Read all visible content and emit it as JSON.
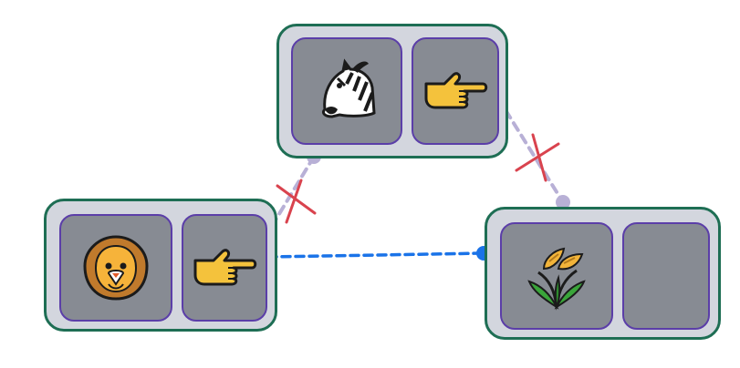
{
  "nodes": {
    "zebra": {
      "item": "zebra-icon",
      "action": "pointing-hand-icon"
    },
    "lion": {
      "item": "lion-face-icon",
      "action": "pointing-hand-icon"
    },
    "rice": {
      "item": "rice-plant-icon",
      "action": ""
    }
  },
  "links": [
    {
      "from": "zebra",
      "to": "lion",
      "state": "broken"
    },
    {
      "from": "zebra",
      "to": "rice",
      "state": "broken"
    },
    {
      "from": "lion",
      "to": "rice",
      "state": "active"
    }
  ],
  "colors": {
    "node_fill": "#d3d6de",
    "node_border": "#1e6e54",
    "slot_fill": "#878b93",
    "slot_border": "#5b3ea8",
    "broken_link": "#b8b0d6",
    "broken_mark": "#d9434e",
    "active_link": "#1a73e8",
    "hand": "#f4c23c"
  }
}
